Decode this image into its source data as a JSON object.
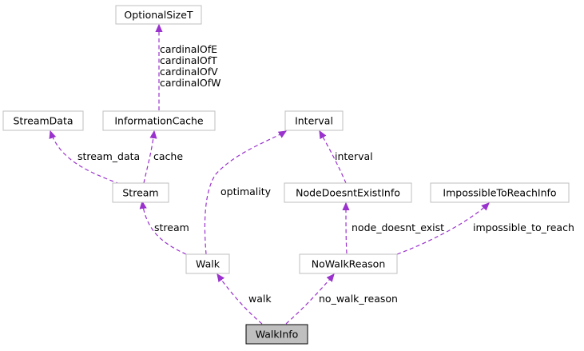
{
  "diagram": {
    "type": "collaboration-graph",
    "nodes": {
      "optional_size_t": "OptionalSizeT",
      "stream_data": "StreamData",
      "information_cache": "InformationCache",
      "interval": "Interval",
      "stream": "Stream",
      "node_doesnt_exist_info": "NodeDoesntExistInfo",
      "impossible_to_reach_info": "ImpossibleToReachInfo",
      "walk": "Walk",
      "no_walk_reason": "NoWalkReason",
      "walk_info": "WalkInfo"
    },
    "edges": {
      "cardinals": [
        "cardinalOfE",
        "cardinalOfT",
        "cardinalOfV",
        "cardinalOfW"
      ],
      "stream_data": "stream_data",
      "cache": "cache",
      "optimality": "optimality",
      "interval": "interval",
      "stream": "stream",
      "node_doesnt_exist": "node_doesnt_exist",
      "impossible_to_reach": "impossible_to_reach",
      "walk": "walk",
      "no_walk_reason": "no_walk_reason"
    },
    "colors": {
      "edge": "#9a32cd",
      "node_border": "#bfbfbf",
      "focus_fill": "#bfbfbf",
      "focus_border": "#000000"
    }
  }
}
